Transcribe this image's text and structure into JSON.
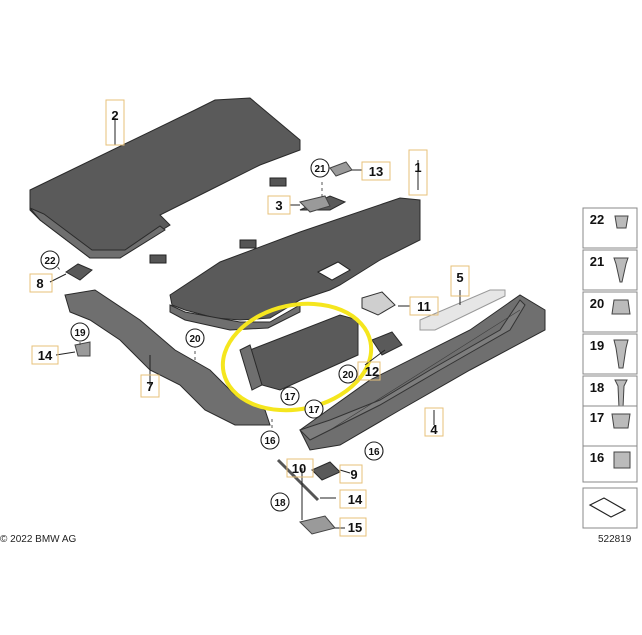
{
  "copyright": "© 2022 BMW AG",
  "diagram_number": "522819",
  "highlight_color": "#f5e61e",
  "callouts": {
    "c1": "1",
    "c2": "2",
    "c3": "3",
    "c4": "4",
    "c5": "5",
    "c7": "7",
    "c8": "8",
    "c9": "9",
    "c10": "10",
    "c11": "11",
    "c12": "12",
    "c13": "13",
    "c14a": "14",
    "c14b": "14",
    "c15": "15"
  },
  "circled": {
    "r16a": "16",
    "r16b": "16",
    "r17a": "17",
    "r17b": "17",
    "r18": "18",
    "r19": "19",
    "r20a": "20",
    "r20b": "20",
    "r21": "21",
    "r22": "22"
  },
  "legend": [
    "22",
    "21",
    "20",
    "19",
    "18",
    "17",
    "16"
  ]
}
